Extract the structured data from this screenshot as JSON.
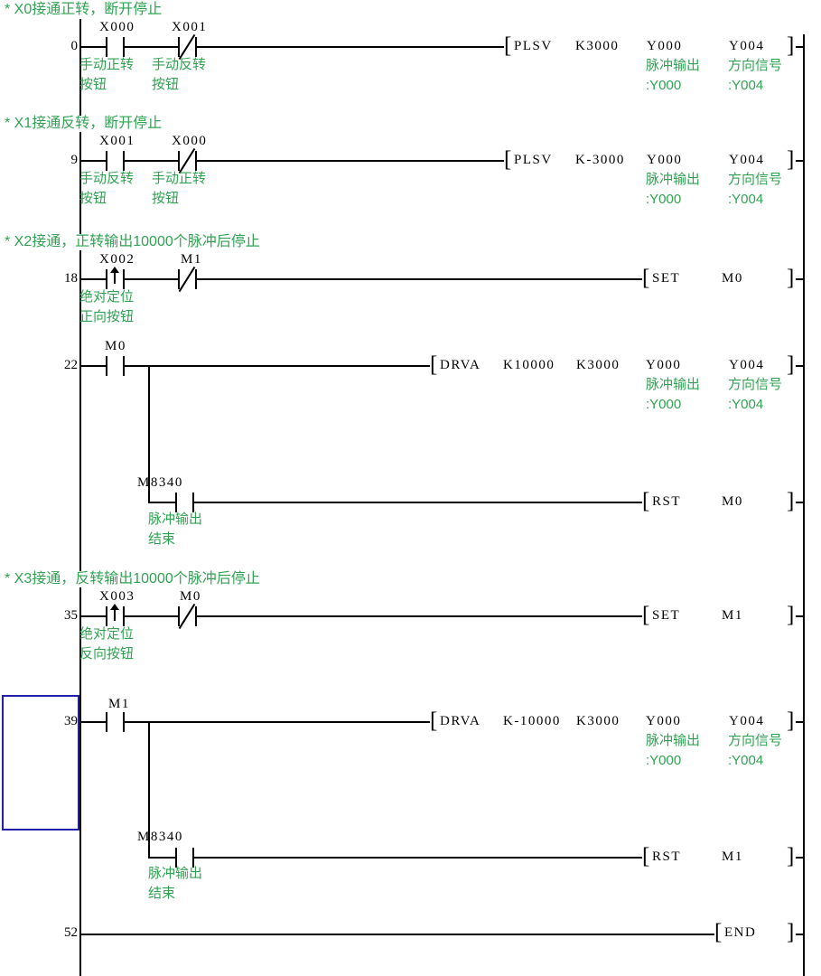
{
  "app": {
    "view": "plc-ladder-diagram"
  },
  "symbols": {
    "bracket_open": "[",
    "bracket_close": "]"
  },
  "colors": {
    "comment_green": "#2fa352",
    "line_black": "#000000",
    "selection_blue": "#2121a8",
    "background": "#ffffff"
  },
  "rungs": [
    {
      "comment": "* X0接通正转，断开停止",
      "step": "0",
      "contacts": [
        {
          "device": "X000",
          "type": "normally-open",
          "comment1": "手动正转",
          "comment2": "按钮"
        },
        {
          "device": "X001",
          "type": "normally-closed",
          "comment1": "手动反转",
          "comment2": "按钮"
        }
      ],
      "instr": {
        "name": "PLSV",
        "a1": "K3000",
        "a2": "Y000",
        "a3": "Y004"
      },
      "out_comments": [
        {
          "l1": "脉冲输出",
          "l2": ":Y000"
        },
        {
          "l1": "方向信号",
          "l2": ":Y004"
        }
      ]
    },
    {
      "comment": "* X1接通反转，断开停止",
      "step": "9",
      "contacts": [
        {
          "device": "X001",
          "type": "normally-open",
          "comment1": "手动反转",
          "comment2": "按钮"
        },
        {
          "device": "X000",
          "type": "normally-closed",
          "comment1": "手动正转",
          "comment2": "按钮"
        }
      ],
      "instr": {
        "name": "PLSV",
        "a1": "K-3000",
        "a2": "Y000",
        "a3": "Y004"
      },
      "out_comments": [
        {
          "l1": "脉冲输出",
          "l2": ":Y000"
        },
        {
          "l1": "方向信号",
          "l2": ":Y004"
        }
      ]
    },
    {
      "comment": "* X2接通，正转输出10000个脉冲后停止",
      "step": "18",
      "contacts": [
        {
          "device": "X002",
          "type": "rising-edge",
          "comment1": "绝对定位",
          "comment2": "正向按钮"
        },
        {
          "device": "M1",
          "type": "normally-closed"
        }
      ],
      "instr": {
        "name": "SET",
        "a1": "M0"
      }
    },
    {
      "step": "22",
      "contacts": [
        {
          "device": "M0",
          "type": "normally-open"
        }
      ],
      "instr": {
        "name": "DRVA",
        "a1": "K10000",
        "a2": "K3000",
        "a3": "Y000",
        "a4": "Y004"
      },
      "out_comments": [
        {
          "l1": "脉冲输出",
          "l2": ":Y000"
        },
        {
          "l1": "方向信号",
          "l2": ":Y004"
        }
      ],
      "branch": {
        "contact": {
          "device": "M8340",
          "type": "normally-open",
          "comment1": "脉冲输出",
          "comment2": "结束"
        },
        "instr": {
          "name": "RST",
          "a1": "M0"
        }
      }
    },
    {
      "comment": "* X3接通，反转输出10000个脉冲后停止",
      "step": "35",
      "contacts": [
        {
          "device": "X003",
          "type": "rising-edge",
          "comment1": "绝对定位",
          "comment2": "反向按钮"
        },
        {
          "device": "M0",
          "type": "normally-closed"
        }
      ],
      "instr": {
        "name": "SET",
        "a1": "M1"
      }
    },
    {
      "step": "39",
      "contacts": [
        {
          "device": "M1",
          "type": "normally-open"
        }
      ],
      "instr": {
        "name": "DRVA",
        "a1": "K-10000",
        "a2": "K3000",
        "a3": "Y000",
        "a4": "Y004"
      },
      "out_comments": [
        {
          "l1": "脉冲输出",
          "l2": ":Y000"
        },
        {
          "l1": "方向信号",
          "l2": ":Y004"
        }
      ],
      "branch": {
        "contact": {
          "device": "M8340",
          "type": "normally-open",
          "comment1": "脉冲输出",
          "comment2": "结束"
        },
        "instr": {
          "name": "RST",
          "a1": "M1"
        }
      }
    },
    {
      "step": "52",
      "instr": {
        "name": "END"
      }
    }
  ]
}
